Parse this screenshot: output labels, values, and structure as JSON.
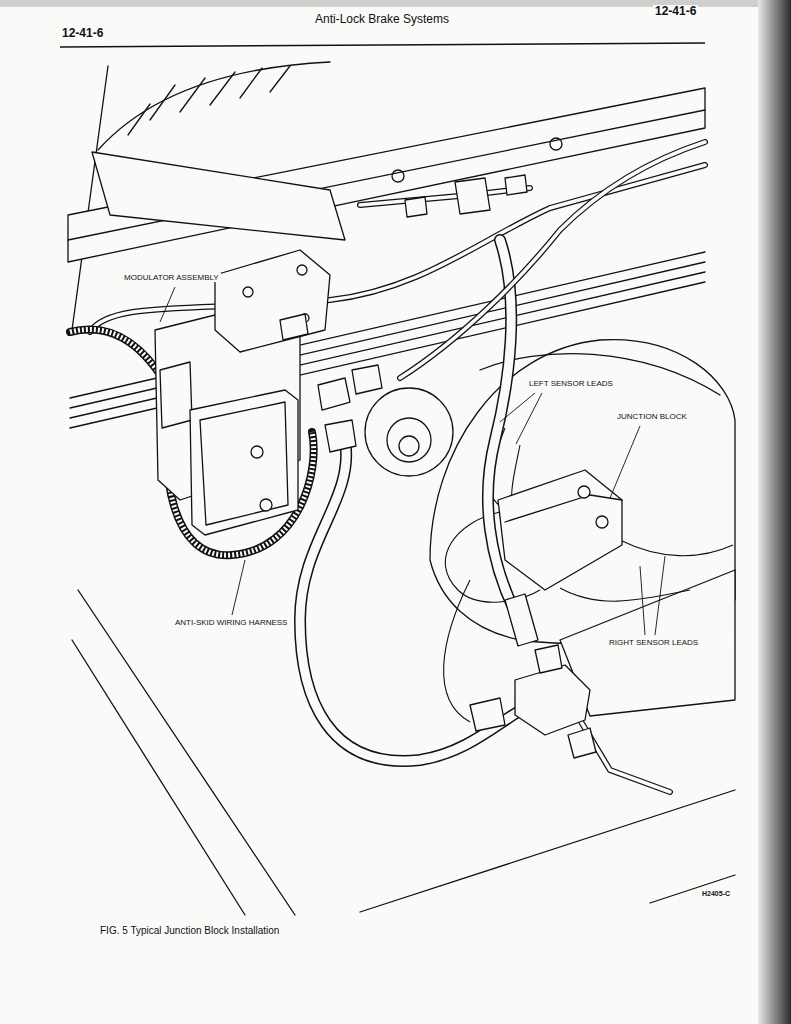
{
  "diagram": {
    "title": "Anti-Lock Brake Systems",
    "caption": "FIG. 5 Typical Junction Block Installation",
    "labels": [
      "12-41-6",
      "12-41-6",
      "MODULATOR ASSEMBLY",
      "LEFT SENSOR LEADS",
      "JUNCTION BLOCK",
      "ANTI-SKID WIRING HARNESS",
      "RIGHT SENSOR LEADS",
      "H2405-C"
    ]
  }
}
